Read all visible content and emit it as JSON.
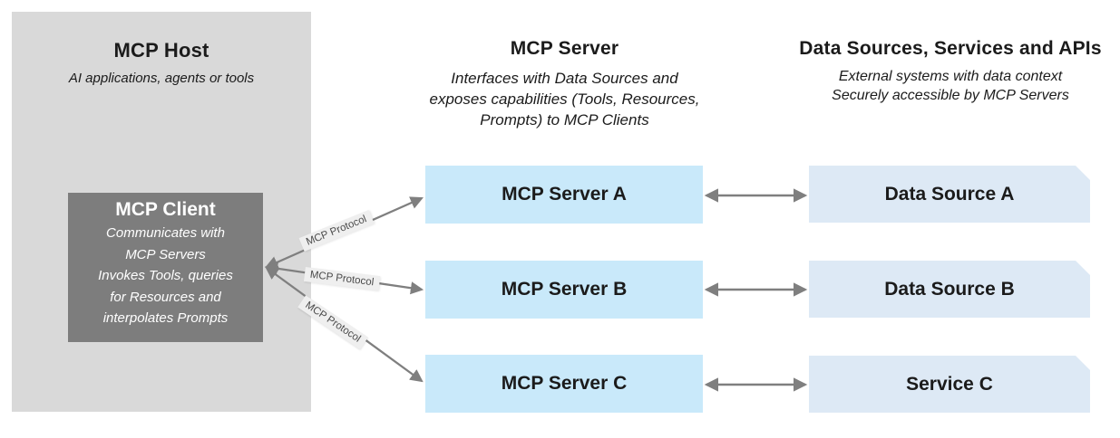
{
  "diagram": {
    "host": {
      "title": "MCP Host",
      "subtitle": "AI applications, agents or tools",
      "client": {
        "title": "MCP Client",
        "desc_lines": [
          "Communicates with",
          "MCP Servers",
          "Invokes Tools, queries",
          "for Resources and",
          "interpolates Prompts"
        ]
      }
    },
    "servers": {
      "title": "MCP Server",
      "subtitle_lines": [
        "Interfaces with Data Sources and",
        "exposes capabilities (Tools, Resources,",
        "Prompts) to MCP Clients"
      ],
      "nodes": [
        {
          "label": "MCP Server A"
        },
        {
          "label": "MCP Server B"
        },
        {
          "label": "MCP Server C"
        }
      ]
    },
    "sources": {
      "title": "Data Sources, Services and APIs",
      "subtitle_lines": [
        "External systems with data context",
        "Securely accessible by MCP Servers"
      ],
      "nodes": [
        {
          "label": "Data Source A"
        },
        {
          "label": "Data Source B"
        },
        {
          "label": "Service C"
        }
      ]
    },
    "connections": {
      "protocol_label": "MCP Protocol"
    },
    "colors": {
      "host_panel_bg": "#d9d9d9",
      "client_box_bg": "#7d7d7d",
      "server_box_bg": "#c9e9fa",
      "source_box_bg": "#dde9f5",
      "arrow": "#7f7f7f",
      "protocol_label_bg": "#efefef"
    }
  }
}
